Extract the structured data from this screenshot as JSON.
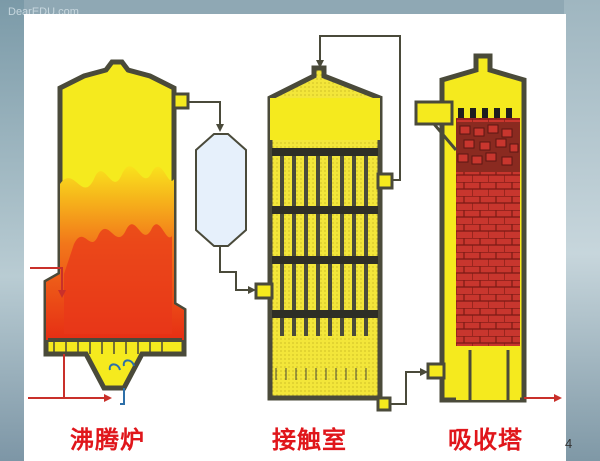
{
  "watermark": "DearEDU.com",
  "labels": {
    "boiling_furnace": "沸腾炉",
    "contact_chamber": "接触室",
    "absorption_tower": "吸收塔"
  },
  "page_number": "4",
  "colors": {
    "flame": "#e8381a",
    "furnace_body": "#f5ea1e",
    "brick": "#c8362e",
    "pipe": "#4a4a3a",
    "label": "#e0161b"
  }
}
